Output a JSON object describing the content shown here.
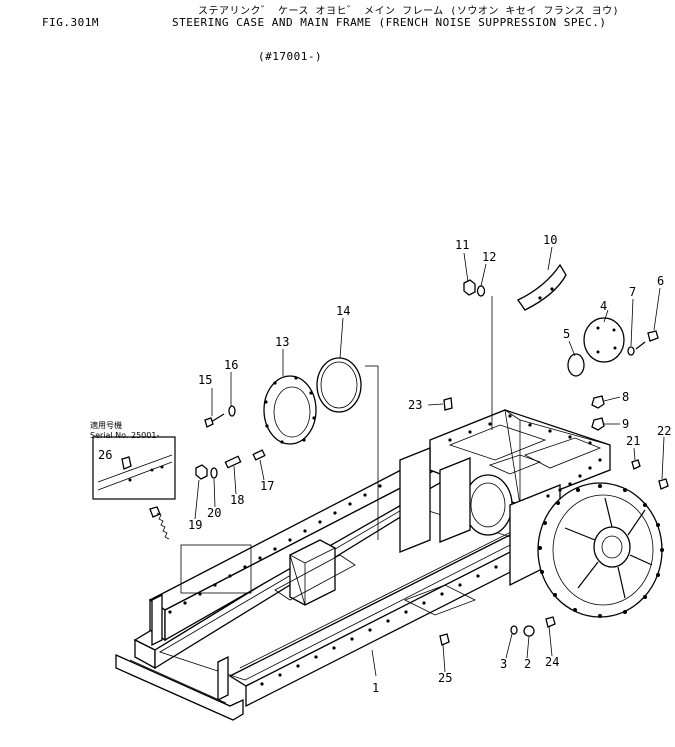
{
  "header": {
    "fig_label": "FIG.301M",
    "title_jp": "ステアリンク゛ ケース オヨヒ゛ メイン フレーム (ソウオン キセイ フランス ヨウ)",
    "title_en": "STEERING CASE AND MAIN FRAME (FRENCH NOISE SUPPRESSION SPEC.)",
    "serial_range": "(#17001-)"
  },
  "inset": {
    "label_jp": "適用号機",
    "label_serial": "Serial No. 25001-",
    "part_number": "26"
  },
  "callouts": [
    "1",
    "2",
    "3",
    "4",
    "5",
    "6",
    "7",
    "8",
    "9",
    "10",
    "11",
    "12",
    "13",
    "14",
    "15",
    "16",
    "17",
    "18",
    "19",
    "20",
    "21",
    "22",
    "23",
    "24",
    "25"
  ]
}
